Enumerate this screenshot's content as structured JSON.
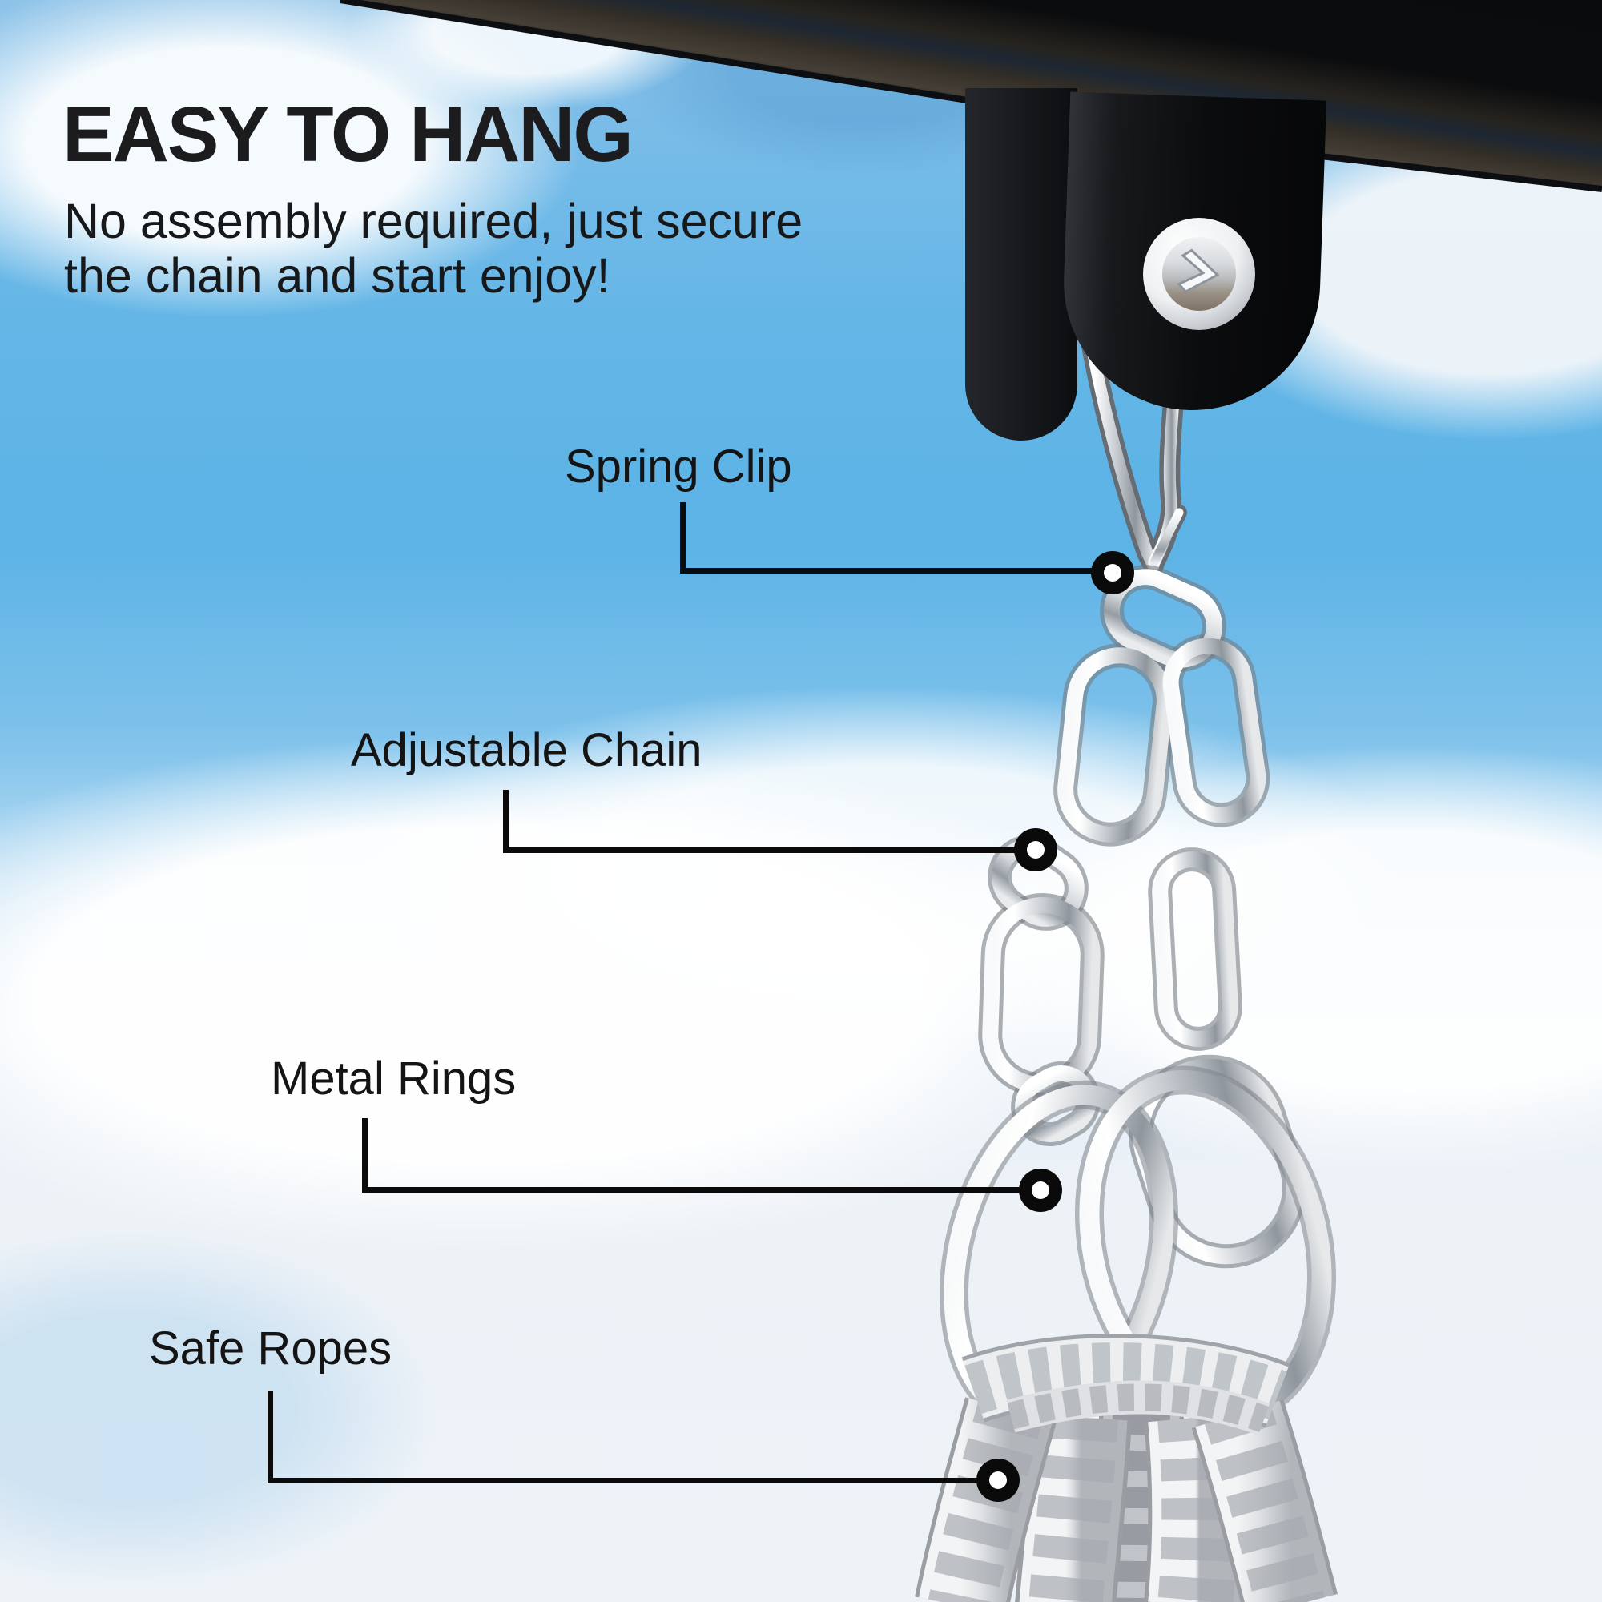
{
  "title": "EASY TO HANG",
  "subtitle": {
    "line1": "No assembly required, just secure",
    "line2": "the chain and start enjoy!"
  },
  "callouts": [
    {
      "id": "spring-clip",
      "label": "Spring Clip"
    },
    {
      "id": "adjustable-chain",
      "label": "Adjustable Chain"
    },
    {
      "id": "metal-rings",
      "label": "Metal Rings"
    },
    {
      "id": "safe-ropes",
      "label": "Safe Ropes"
    }
  ],
  "colors": {
    "sky_blue": "#5cb3e6",
    "cloud_white": "#ffffff",
    "beam_black": "#0b0c0e",
    "bracket_black": "#101114",
    "chrome_light": "#f6f7f9",
    "chrome_dark": "#8f969d",
    "rope_gray": "#d9dcdf",
    "text_black": "#1c1c1e",
    "callout_line": "#0b0b0b"
  }
}
